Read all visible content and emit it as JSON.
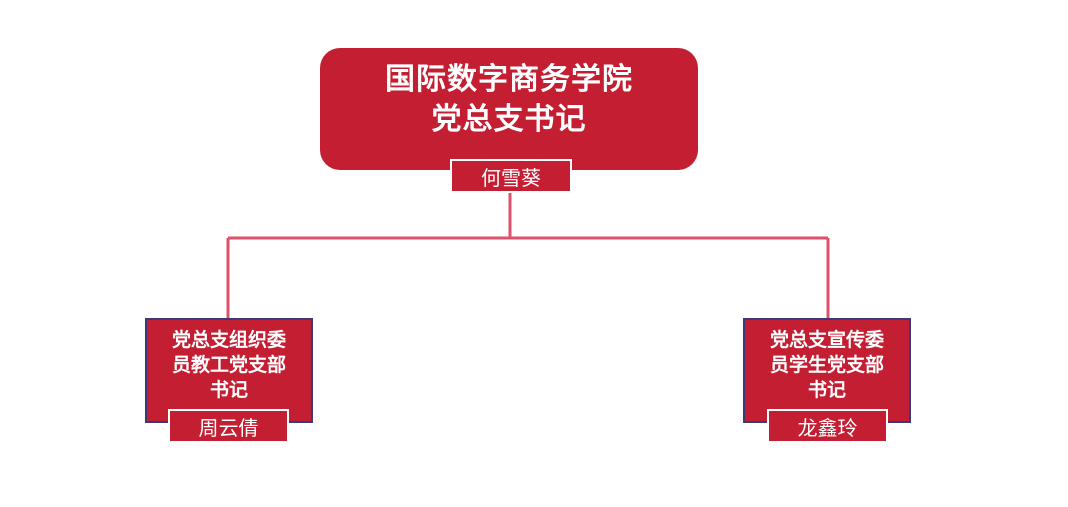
{
  "top_node": {
    "title_lines": [
      "国际数字商务学院",
      "党总支书记"
    ],
    "name": "何雪葵"
  },
  "left_node": {
    "title_lines": [
      "党总支组织委",
      "员教工党支部",
      "书记"
    ],
    "name": "周云倩"
  },
  "right_node": {
    "title_lines": [
      "党总支宣传委",
      "员学生党支部",
      "书记"
    ],
    "name": "龙鑫玲"
  },
  "colors": {
    "box_fill": "#c41e33",
    "connector": "#e0506a",
    "text": "#ffffff"
  }
}
